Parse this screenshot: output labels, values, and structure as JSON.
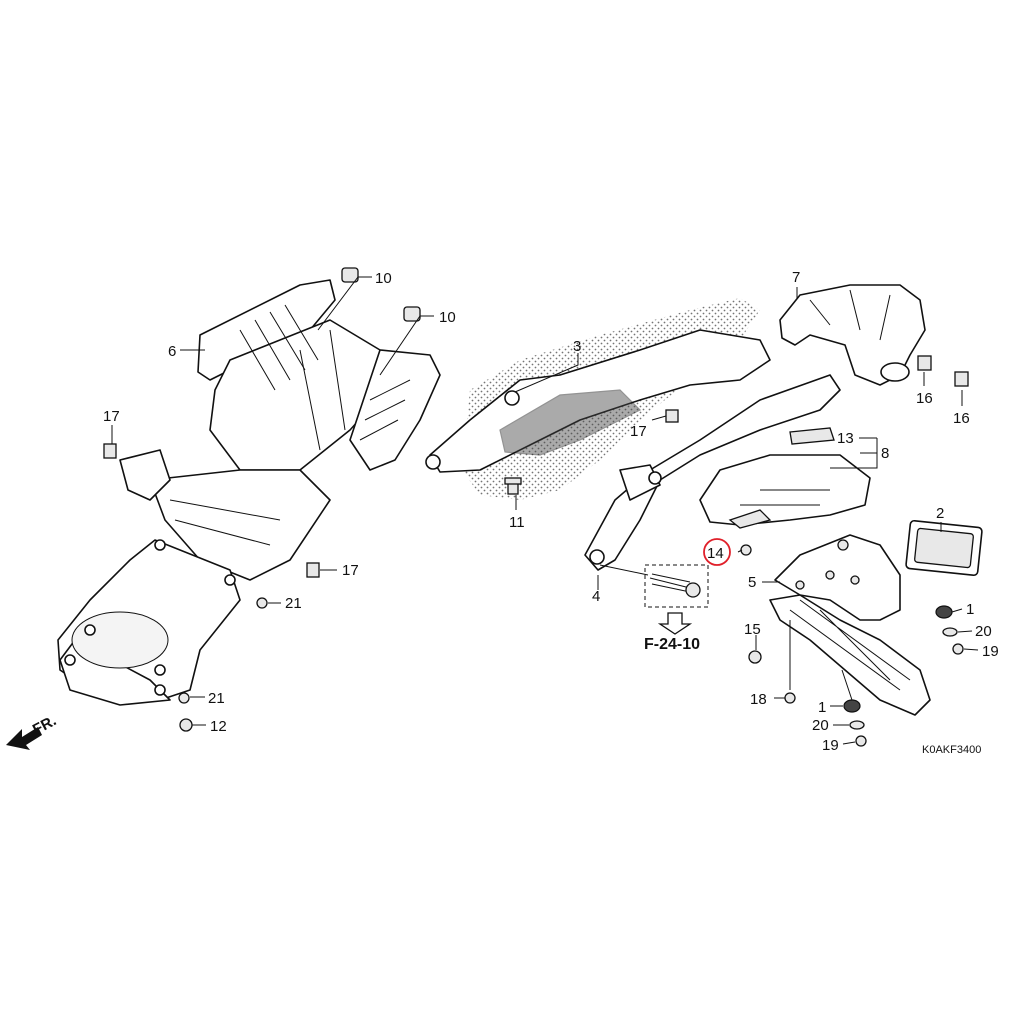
{
  "diagram": {
    "callouts": [
      {
        "id": "c1",
        "text": "1"
      },
      {
        "id": "c1b",
        "text": "1"
      },
      {
        "id": "c2",
        "text": "2"
      },
      {
        "id": "c3",
        "text": "3"
      },
      {
        "id": "c4",
        "text": "4"
      },
      {
        "id": "c5",
        "text": "5"
      },
      {
        "id": "c6",
        "text": "6"
      },
      {
        "id": "c7",
        "text": "7"
      },
      {
        "id": "c8",
        "text": "8"
      },
      {
        "id": "c10a",
        "text": "10"
      },
      {
        "id": "c10b",
        "text": "10"
      },
      {
        "id": "c11",
        "text": "11"
      },
      {
        "id": "c12",
        "text": "12"
      },
      {
        "id": "c13",
        "text": "13"
      },
      {
        "id": "c14",
        "text": "14"
      },
      {
        "id": "c15",
        "text": "15"
      },
      {
        "id": "c16a",
        "text": "16"
      },
      {
        "id": "c16b",
        "text": "16"
      },
      {
        "id": "c17a",
        "text": "17"
      },
      {
        "id": "c17b",
        "text": "17"
      },
      {
        "id": "c17c",
        "text": "17"
      },
      {
        "id": "c18",
        "text": "18"
      },
      {
        "id": "c19a",
        "text": "19"
      },
      {
        "id": "c19b",
        "text": "19"
      },
      {
        "id": "c20a",
        "text": "20"
      },
      {
        "id": "c20b",
        "text": "20"
      },
      {
        "id": "c21a",
        "text": "21"
      },
      {
        "id": "c21b",
        "text": "21"
      }
    ],
    "reference": "F-24-10",
    "front_label": "FR.",
    "diagram_code": "K0AKF3400",
    "highlight_color": "#e0202a"
  }
}
